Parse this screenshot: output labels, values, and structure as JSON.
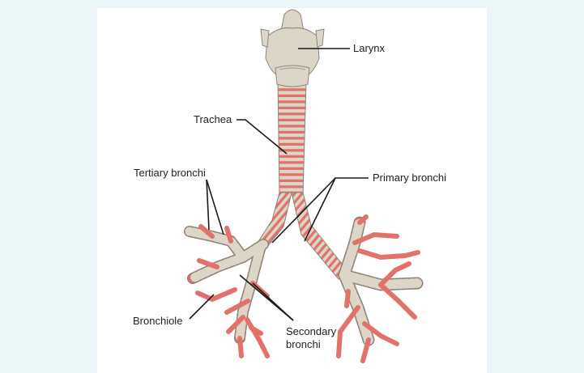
{
  "labels": {
    "larynx": "Larynx",
    "trachea": "Trachea",
    "tertiary": "Tertiary bronchi",
    "primary": "Primary bronchi",
    "bronchiole": "Bronchiole",
    "secondary_line1": "Secondary",
    "secondary_line2": "bronchi"
  },
  "colors": {
    "background": "#eaf6f8",
    "cartilage": "#dcd6c8",
    "airway_tissue": "#e3716b",
    "outline": "#8c8478",
    "leader_line": "#1a1a1a",
    "text": "#222222"
  }
}
